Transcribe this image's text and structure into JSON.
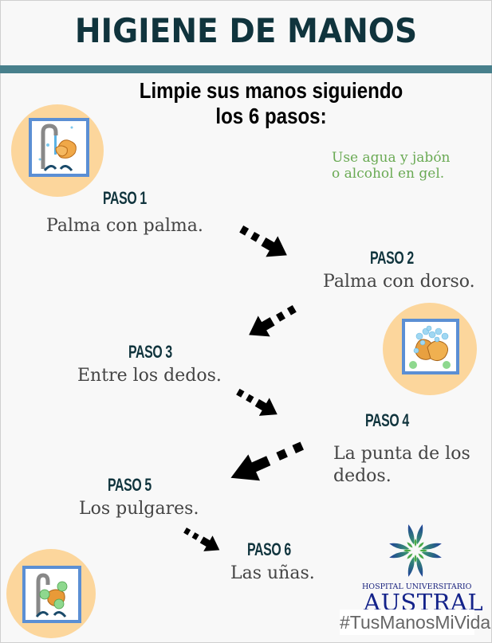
{
  "header": {
    "title": "HIGIENE DE MANOS",
    "bar_color": "#48808c",
    "title_color": "#10343d"
  },
  "intro": {
    "line1": "Limpie sus manos siguiendo",
    "line2": "los 6 pasos:"
  },
  "note": {
    "line1": "Use agua y jabón",
    "line2": "o alcohol en gel.",
    "color": "#6aaa54"
  },
  "steps": [
    {
      "label": "PASO 1",
      "text": "Palma con palma."
    },
    {
      "label": "PASO 2",
      "text": "Palma con dorso."
    },
    {
      "label": "PASO 3",
      "text": "Entre los dedos."
    },
    {
      "label": "PASO 4",
      "text_line1": "La punta de los",
      "text_line2": "dedos."
    },
    {
      "label": "PASO 5",
      "text": "Los pulgares."
    },
    {
      "label": "PASO 6",
      "text": "Las uñas."
    }
  ],
  "illustrations": [
    {
      "icon": "handwash-faucet-icon"
    },
    {
      "icon": "soapy-hands-icon"
    },
    {
      "icon": "germs-hands-faucet-icon"
    }
  ],
  "footer": {
    "hospital_line": "HOSPITAL UNIVERSITARIO",
    "brand": "AUSTRAL",
    "hashtag": "#TusManosMiVida"
  },
  "colors": {
    "circle": "#fcd69c",
    "frame": "#5b8fd4",
    "brand": "#14238a"
  }
}
